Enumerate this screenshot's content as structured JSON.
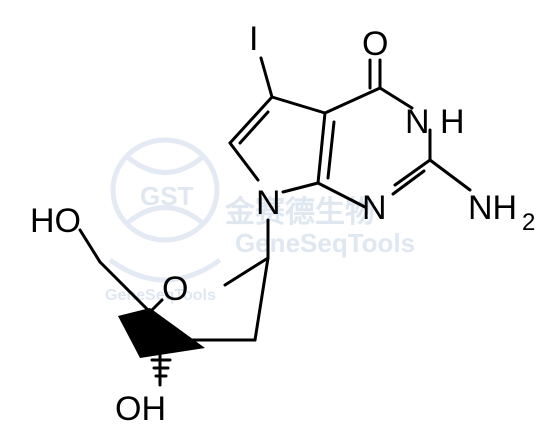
{
  "watermark": {
    "logo_text": "GST",
    "brand": "GeneSeqTools",
    "brand_faint": "GeneSeqTools",
    "cjk": "金赛德生物"
  },
  "atoms": {
    "iodine": "I",
    "carbonyl_o": "O",
    "nh": "H",
    "nh_n": "N",
    "n_ring_upper": "N",
    "n_ring_pyrrole": "N",
    "nh2_n": "NH",
    "nh2_sub": "2",
    "ring_o": "O",
    "ho_top": "HO",
    "oh_bottom": "OH"
  },
  "colors": {
    "bond": "#000000",
    "watermark": "#dfe7f1"
  }
}
